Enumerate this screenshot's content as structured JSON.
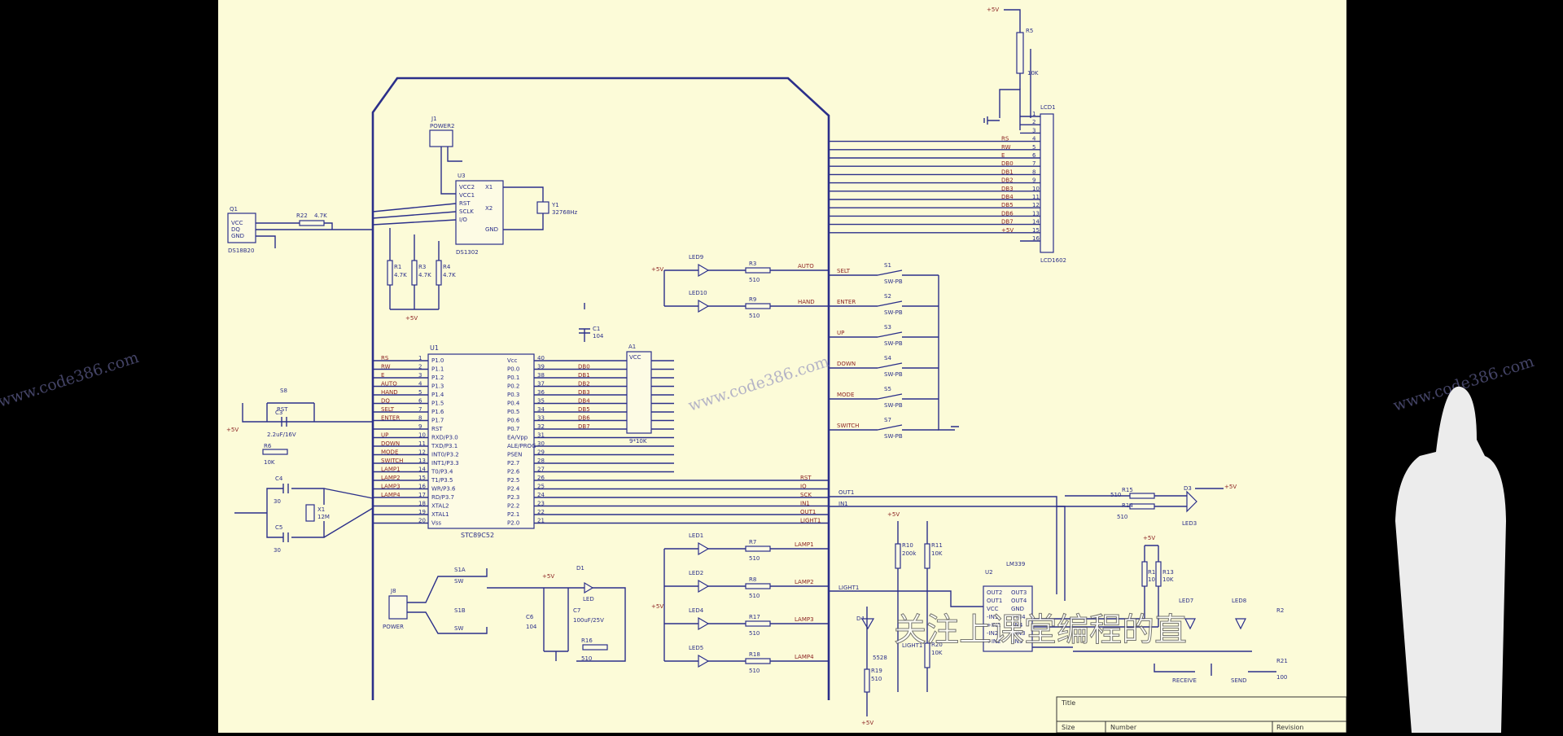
{
  "watermark": {
    "text": "www.code386.com"
  },
  "caption": {
    "text": "关注上课堂编程的直"
  },
  "title_block": {
    "title": "Title",
    "size": "Size",
    "number": "Number",
    "revision": "Revision"
  },
  "mcu": {
    "ref": "U1",
    "part": "STC89C52",
    "left_pins": [
      {
        "n": "1",
        "name": "P1.0",
        "net": "RS"
      },
      {
        "n": "2",
        "name": "P1.1",
        "net": "RW"
      },
      {
        "n": "3",
        "name": "P1.2",
        "net": "E"
      },
      {
        "n": "4",
        "name": "P1.3",
        "net": "AUTO"
      },
      {
        "n": "5",
        "name": "P1.4",
        "net": "HAND"
      },
      {
        "n": "6",
        "name": "P1.5",
        "net": "DQ"
      },
      {
        "n": "7",
        "name": "P1.6",
        "net": "SELT"
      },
      {
        "n": "8",
        "name": "P1.7",
        "net": "ENTER"
      },
      {
        "n": "9",
        "name": "RST",
        "net": ""
      },
      {
        "n": "10",
        "name": "RXD/P3.0",
        "net": "UP"
      },
      {
        "n": "11",
        "name": "TXD/P3.1",
        "net": "DOWN"
      },
      {
        "n": "12",
        "name": "INT0/P3.2",
        "net": "MODE"
      },
      {
        "n": "13",
        "name": "INT1/P3.3",
        "net": "SWITCH"
      },
      {
        "n": "14",
        "name": "T0/P3.4",
        "net": "LAMP1"
      },
      {
        "n": "15",
        "name": "T1/P3.5",
        "net": "LAMP2"
      },
      {
        "n": "16",
        "name": "WR/P3.6",
        "net": "LAMP3"
      },
      {
        "n": "17",
        "name": "RD/P3.7",
        "net": "LAMP4"
      },
      {
        "n": "18",
        "name": "XTAL2",
        "net": ""
      },
      {
        "n": "19",
        "name": "XTAL1",
        "net": ""
      },
      {
        "n": "20",
        "name": "Vss",
        "net": ""
      }
    ],
    "right_pins": [
      {
        "n": "40",
        "name": "Vcc",
        "net": ""
      },
      {
        "n": "39",
        "name": "P0.0",
        "net": "DB0"
      },
      {
        "n": "38",
        "name": "P0.1",
        "net": "DB1"
      },
      {
        "n": "37",
        "name": "P0.2",
        "net": "DB2"
      },
      {
        "n": "36",
        "name": "P0.3",
        "net": "DB3"
      },
      {
        "n": "35",
        "name": "P0.4",
        "net": "DB4"
      },
      {
        "n": "34",
        "name": "P0.5",
        "net": "DB5"
      },
      {
        "n": "33",
        "name": "P0.6",
        "net": "DB6"
      },
      {
        "n": "32",
        "name": "P0.7",
        "net": "DB7"
      },
      {
        "n": "31",
        "name": "EA/Vpp",
        "net": ""
      },
      {
        "n": "30",
        "name": "ALE/PROG",
        "net": ""
      },
      {
        "n": "29",
        "name": "PSEN",
        "net": ""
      },
      {
        "n": "28",
        "name": "P2.7",
        "net": ""
      },
      {
        "n": "27",
        "name": "P2.6",
        "net": ""
      },
      {
        "n": "26",
        "name": "P2.5",
        "net": "RST"
      },
      {
        "n": "25",
        "name": "P2.4",
        "net": "IO"
      },
      {
        "n": "24",
        "name": "P2.3",
        "net": "SCK"
      },
      {
        "n": "23",
        "name": "P2.2",
        "net": "IN1"
      },
      {
        "n": "22",
        "name": "P2.1",
        "net": "OUT1"
      },
      {
        "n": "21",
        "name": "P2.0",
        "net": "LIGHT1"
      }
    ]
  },
  "lcd": {
    "ref": "LCD1",
    "part": "LCD1602",
    "pins": [
      {
        "n": "1",
        "net": ""
      },
      {
        "n": "2",
        "net": ""
      },
      {
        "n": "3",
        "net": ""
      },
      {
        "n": "4",
        "net": "RS"
      },
      {
        "n": "5",
        "net": "RW"
      },
      {
        "n": "6",
        "net": "E"
      },
      {
        "n": "7",
        "net": "DB0"
      },
      {
        "n": "8",
        "net": "DB1"
      },
      {
        "n": "9",
        "net": "DB2"
      },
      {
        "n": "10",
        "net": "DB3"
      },
      {
        "n": "11",
        "net": "DB4"
      },
      {
        "n": "12",
        "net": "DB5"
      },
      {
        "n": "13",
        "net": "DB6"
      },
      {
        "n": "14",
        "net": "DB7"
      },
      {
        "n": "15",
        "net": "+5V"
      },
      {
        "n": "16",
        "net": ""
      }
    ]
  },
  "rtc": {
    "ref": "U3",
    "part": "DS1302",
    "pins_left": [
      "VCC2",
      "VCC1",
      "RST",
      "SCLK",
      "I/O"
    ],
    "pins_right": [
      "X1",
      "X2",
      "GND"
    ],
    "xtal": "32768Hz",
    "xtal_ref": "Y1"
  },
  "power_conn": {
    "ref": "J1",
    "name": "POWER2"
  },
  "temp_sensor": {
    "ref": "Q1",
    "part": "DS18B20",
    "pins": [
      "VCC",
      "DQ",
      "GND"
    ],
    "resistor": "R22",
    "value": "4.7K"
  },
  "pullups": [
    {
      "ref": "R1",
      "value": "4.7K"
    },
    {
      "ref": "R3",
      "value": "4.7K"
    },
    {
      "ref": "R4",
      "value": "4.7K"
    }
  ],
  "resnet": {
    "ref": "A1",
    "value": "9*10K",
    "label": "VCC"
  },
  "cap_c1": {
    "ref": "C1",
    "value": "104"
  },
  "pot": {
    "ref": "R5",
    "value": "10K"
  },
  "reset": {
    "switch": "S8",
    "label": "RST",
    "cap": "C3",
    "cap_value": "2.2uF/16V",
    "res": "R6",
    "res_value": "10K"
  },
  "osc": {
    "c4": "C4",
    "c4v": "30",
    "c5": "C5",
    "c5v": "30",
    "xtal": "X1",
    "xtal_v": "12M"
  },
  "status_leds": [
    {
      "led": "LED9",
      "res": "R3",
      "value": "510",
      "net": "AUTO"
    },
    {
      "led": "LED10",
      "res": "R9",
      "value": "510",
      "net": "HAND"
    }
  ],
  "switches": [
    {
      "ref": "S1",
      "net": "SELT",
      "type": "SW-PB"
    },
    {
      "ref": "S2",
      "net": "ENTER",
      "type": "SW-PB"
    },
    {
      "ref": "S3",
      "net": "UP",
      "type": "SW-PB"
    },
    {
      "ref": "S4",
      "net": "DOWN",
      "type": "SW-PB"
    },
    {
      "ref": "S5",
      "net": "MODE",
      "type": "SW-PB"
    },
    {
      "ref": "S7",
      "net": "SWITCH",
      "type": "SW-PB"
    }
  ],
  "lamp_leds": [
    {
      "led": "LED1",
      "res": "R7",
      "value": "510",
      "net": "LAMP1"
    },
    {
      "led": "LED2",
      "res": "R8",
      "value": "510",
      "net": "LAMP2"
    },
    {
      "led": "LED4",
      "res": "R17",
      "value": "510",
      "net": "LAMP3"
    },
    {
      "led": "LED5",
      "res": "R18",
      "value": "510",
      "net": "LAMP4"
    }
  ],
  "power_in": {
    "ref": "J8",
    "name": "POWER",
    "sw_a": "S1A",
    "sw_b": "S1B",
    "sw": "SW",
    "c6": "C6",
    "c6v": "104",
    "c7": "C7",
    "c7v": "100uF/25V",
    "d1": "D1",
    "led": "LED",
    "r16": "R16",
    "r16v": "510"
  },
  "comparator": {
    "ref": "U2",
    "part": "LM339",
    "pins_l": [
      "OUT2",
      "OUT1",
      "VCC",
      "-IN1",
      "+IN1",
      "-IN2",
      "+IN2"
    ],
    "pins_r": [
      "OUT3",
      "OUT4",
      "GND",
      "+IN4",
      "-IN4",
      "+IN3",
      "-IN3"
    ],
    "r10": "R10",
    "r10v": "200k",
    "r11": "R11",
    "r11v": "10K",
    "r19": "R19",
    "r19v": "510",
    "r20": "R20",
    "r20v": "10K",
    "ldr": "LIGHT1",
    "ldr_v": "5528",
    "d4": "D4"
  },
  "ir": {
    "r15": "R15",
    "r15v": "510",
    "r14": "R14",
    "r14v": "510",
    "d3": "D3",
    "led": "LED3",
    "r12": "R12",
    "r12v": "10K",
    "r13": "R13",
    "r13v": "10K",
    "led7": "LED7",
    "led8": "LED8",
    "recv": "RECEIVE",
    "send": "SEND",
    "r21": "R21",
    "r21v": "100",
    "r2": "R2"
  },
  "nets": {
    "plus5": "+5V",
    "in1": "IN1",
    "out1": "OUT1",
    "light1": "LIGHT1"
  }
}
